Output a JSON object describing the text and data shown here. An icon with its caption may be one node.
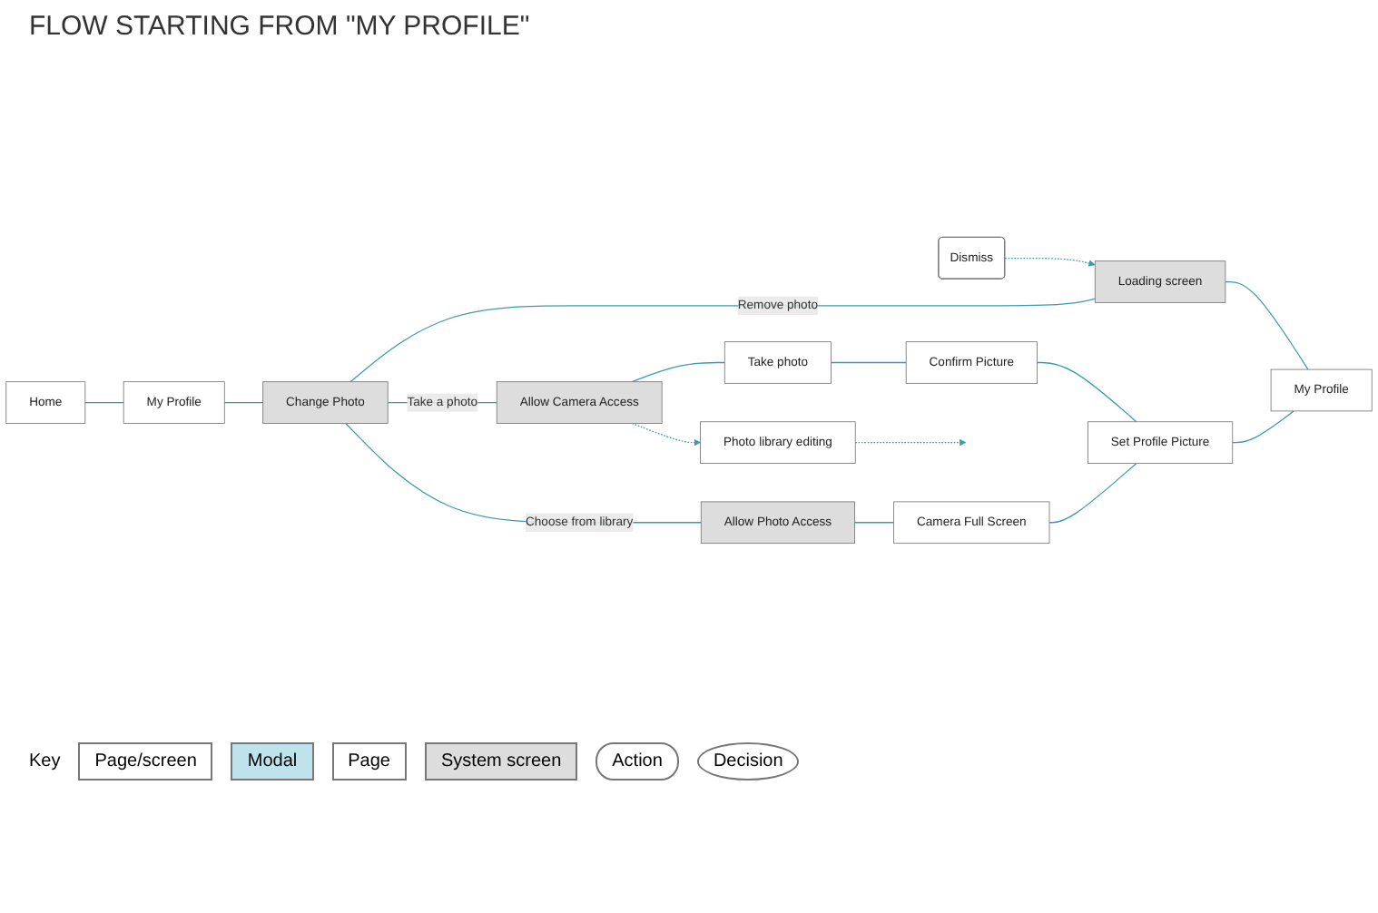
{
  "diagram": {
    "title": "FLOW STARTING FROM \"MY PROFILE\"",
    "nodes": [
      {
        "text": [
          "Home"
        ]
      },
      {
        "text": [
          "My Profile"
        ]
      },
      {
        "text": [
          "Change Photo"
        ]
      },
      {
        "text": [
          "Allow Photo Access"
        ]
      },
      {
        "text": [
          "Camera Full Screen"
        ]
      },
      {
        "text": [
          "Photo library editing"
        ]
      },
      {
        "text": [
          "Allow Camera Access"
        ]
      },
      {
        "text": [
          "Take photo"
        ]
      },
      {
        "text": [
          "Confirm Picture"
        ]
      },
      {
        "text": [
          "Set Profile Picture"
        ]
      },
      {
        "text": [
          "My Profile"
        ]
      },
      {
        "text": [
          "Loading screen"
        ]
      },
      {
        "text": [
          "Dismiss"
        ]
      }
    ],
    "edges": [
      {
        "from": 0,
        "to": 1,
        "arrow": "none"
      },
      {
        "from": 1,
        "to": 2,
        "arrow": "none"
      },
      {
        "from": 2,
        "to": 3,
        "arrow": "none",
        "label": "Choose from library"
      },
      {
        "from": 2,
        "to": 6,
        "arrow": "none",
        "label": "Take a photo"
      },
      {
        "from": 2,
        "to": 11,
        "arrow": "none",
        "label": "Remove photo"
      },
      {
        "from": 3,
        "to": 4,
        "arrow": "none"
      },
      {
        "from": 4,
        "to": 9,
        "arrow": "none"
      },
      {
        "from": 6,
        "to": 5,
        "arrow": "to",
        "style": "dashed"
      },
      {
        "from": 5,
        "to": null,
        "arrow": "to",
        "style": "dashed"
      },
      {
        "from": 6,
        "to": 7,
        "arrow": "none"
      },
      {
        "from": 7,
        "to": 8,
        "arrow": "none"
      },
      {
        "from": 8,
        "to": 9,
        "arrow": "none"
      },
      {
        "from": 9,
        "to": 10,
        "arrow": "none"
      },
      {
        "from": 11,
        "to": 10,
        "arrow": "none"
      },
      {
        "from": 12,
        "to": 11,
        "arrow": "to",
        "style": "dashed"
      }
    ],
    "labels": [
      "Key"
    ],
    "legend": [
      {
        "text": "Page/screen"
      },
      {
        "text": "Modal"
      },
      {
        "text": "Page"
      },
      {
        "text": "System screen"
      },
      {
        "text": "Action"
      },
      {
        "text": "Decision"
      }
    ]
  }
}
